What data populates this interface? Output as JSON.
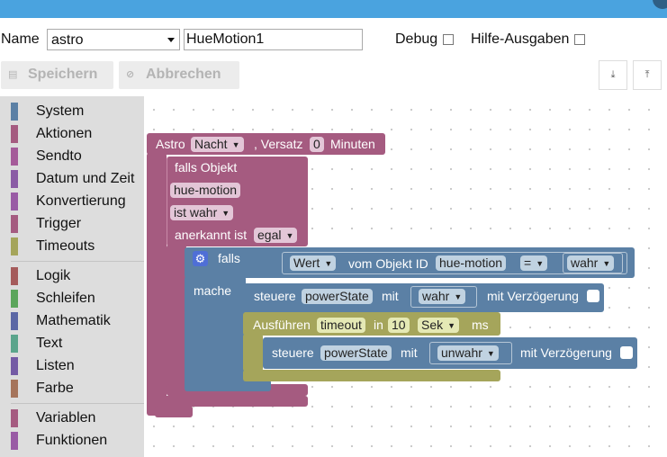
{
  "header": {
    "name_label": "Name",
    "name_select_value": "astro",
    "script_name_value": "HueMotion1",
    "debug_label": "Debug",
    "help_label": "Hilfe-Ausgaben"
  },
  "toolbar": {
    "save_label": "Speichern",
    "cancel_label": "Abbrechen",
    "save_icon": "save-icon",
    "cancel_icon": "cancel-icon",
    "export_icon": "download-icon",
    "import_icon": "upload-icon"
  },
  "toolbox": {
    "groups": [
      [
        {
          "label": "System",
          "color": "#5b80a5"
        },
        {
          "label": "Aktionen",
          "color": "#a55b80"
        },
        {
          "label": "Sendto",
          "color": "#a55b99"
        },
        {
          "label": "Datum und Zeit",
          "color": "#8a5ba5"
        },
        {
          "label": "Konvertierung",
          "color": "#995ba5"
        },
        {
          "label": "Trigger",
          "color": "#a55b80"
        },
        {
          "label": "Timeouts",
          "color": "#a5a55b"
        }
      ],
      [
        {
          "label": "Logik",
          "color": "#a55b5b"
        },
        {
          "label": "Schleifen",
          "color": "#5ba55b"
        },
        {
          "label": "Mathematik",
          "color": "#5b67a5"
        },
        {
          "label": "Text",
          "color": "#5ba58c"
        },
        {
          "label": "Listen",
          "color": "#745ba5"
        },
        {
          "label": "Farbe",
          "color": "#a5745b"
        }
      ],
      [
        {
          "label": "Variablen",
          "color": "#a55b80"
        },
        {
          "label": "Funktionen",
          "color": "#995ba5"
        }
      ]
    ]
  },
  "blocks": {
    "astro": {
      "label": "Astro",
      "mode": "Nacht",
      "offset_label": ", Versatz",
      "offset_value": "0",
      "unit": "Minuten"
    },
    "trigger": {
      "label": "falls Objekt",
      "object": "hue-motion",
      "condition": "ist wahr",
      "ack_label": "anerkannt ist",
      "ack_value": "egal"
    },
    "if_block": {
      "if_label": "falls",
      "do_label": "mache"
    },
    "compare": {
      "value_kind": "Wert",
      "object_label": "vom Objekt ID",
      "object_id": "hue-motion",
      "operator": "=",
      "value": "wahr"
    },
    "control1": {
      "label": "steuere",
      "state": "powerState",
      "with_label": "mit",
      "value": "wahr",
      "delay_label": "mit Verzögerung"
    },
    "timeout": {
      "label": "Ausführen",
      "name": "timeout",
      "in_label": "in",
      "amount": "10",
      "unit": "Sek",
      "ms_label": "ms"
    },
    "control2": {
      "label": "steuere",
      "state": "powerState",
      "with_label": "mit",
      "value": "unwahr",
      "delay_label": "mit Verzögerung"
    }
  },
  "colors": {
    "topbar": "#4aa3df",
    "trigger_block": "#a55b80",
    "logic_block": "#5b80a5",
    "timeout_block": "#a5a55b",
    "toolbox_bg": "#dddddd"
  }
}
